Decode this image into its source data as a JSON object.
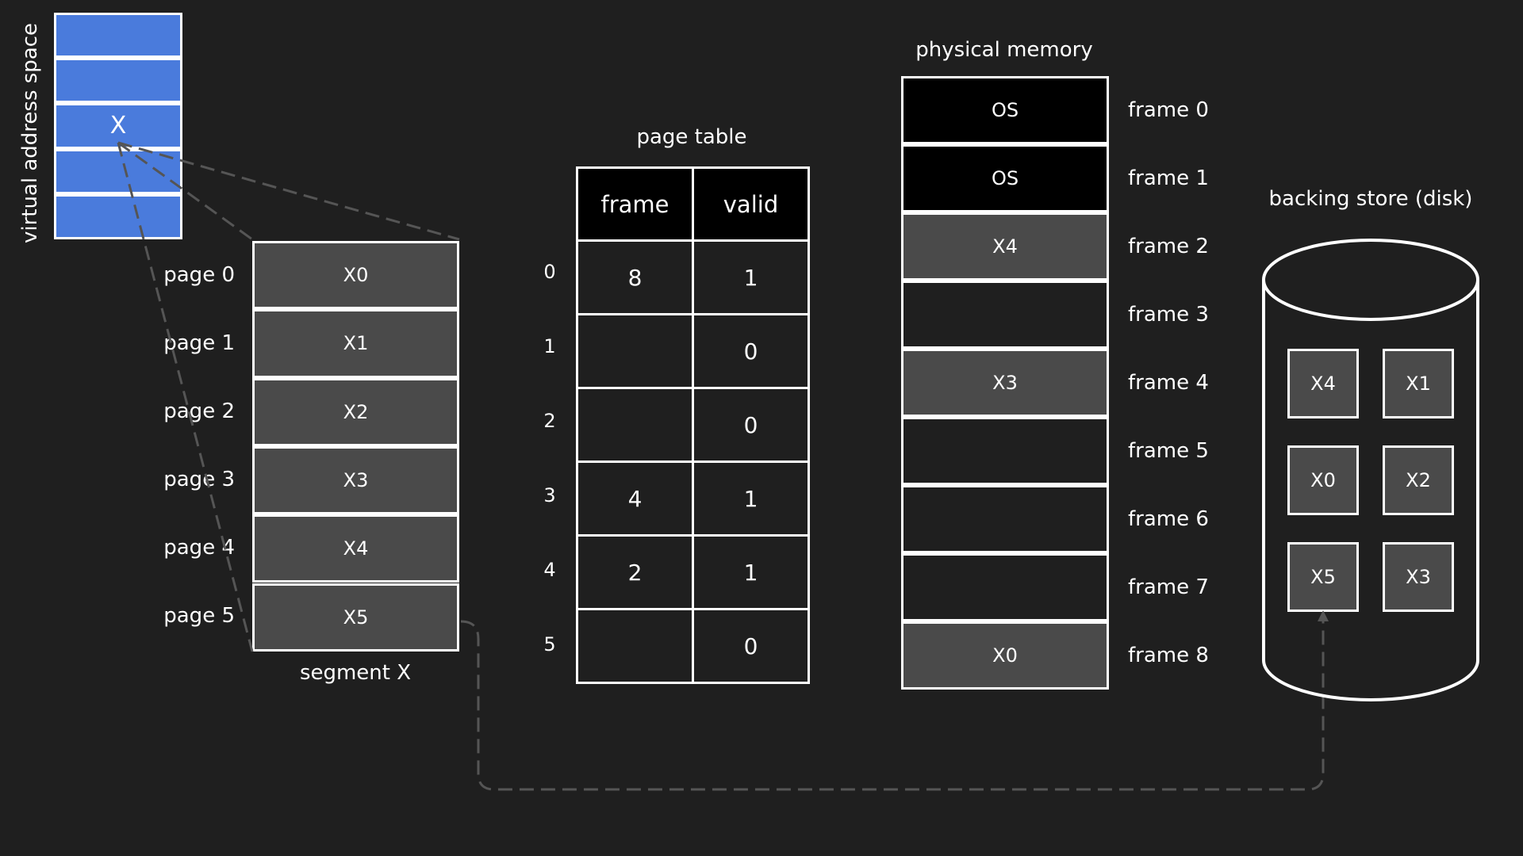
{
  "virtual_address_space": {
    "label": "virtual address space",
    "cells": [
      "",
      "",
      "X",
      "",
      ""
    ],
    "cell_color": "#4a7bdc"
  },
  "segment": {
    "caption": "segment X",
    "pages": [
      {
        "label": "page 0",
        "content": "X0"
      },
      {
        "label": "page 1",
        "content": "X1"
      },
      {
        "label": "page 2",
        "content": "X2"
      },
      {
        "label": "page 3",
        "content": "X3"
      },
      {
        "label": "page 4",
        "content": "X4"
      },
      {
        "label": "page 5",
        "content": "X5"
      }
    ],
    "cell_color": "#4a4a4a"
  },
  "page_table": {
    "title": "page table",
    "headers": {
      "frame": "frame",
      "valid": "valid"
    },
    "rows": [
      {
        "index": "0",
        "frame": "8",
        "valid": "1"
      },
      {
        "index": "1",
        "frame": "",
        "valid": "0"
      },
      {
        "index": "2",
        "frame": "",
        "valid": "0"
      },
      {
        "index": "3",
        "frame": "4",
        "valid": "1"
      },
      {
        "index": "4",
        "frame": "2",
        "valid": "1"
      },
      {
        "index": "5",
        "frame": "",
        "valid": "0"
      }
    ]
  },
  "physical_memory": {
    "title": "physical memory",
    "frames": [
      {
        "label": "frame 0",
        "content": "OS",
        "kind": "os"
      },
      {
        "label": "frame 1",
        "content": "OS",
        "kind": "os"
      },
      {
        "label": "frame 2",
        "content": "X4",
        "kind": "page"
      },
      {
        "label": "frame 3",
        "content": "",
        "kind": "empty"
      },
      {
        "label": "frame 4",
        "content": "X3",
        "kind": "page"
      },
      {
        "label": "frame 5",
        "content": "",
        "kind": "empty"
      },
      {
        "label": "frame 6",
        "content": "",
        "kind": "empty"
      },
      {
        "label": "frame 7",
        "content": "",
        "kind": "empty"
      },
      {
        "label": "frame 8",
        "content": "X0",
        "kind": "page"
      }
    ],
    "kind_colors": {
      "os": "#000000",
      "page": "#4a4a4a",
      "empty": "#1f1f1f"
    }
  },
  "backing_store": {
    "title": "backing store (disk)",
    "blocks": [
      [
        "X4",
        "X1"
      ],
      [
        "X0",
        "X2"
      ],
      [
        "X5",
        "X3"
      ]
    ]
  },
  "colors": {
    "background": "#1f1f1f",
    "foreground": "#ffffff",
    "connector": "#555555"
  }
}
